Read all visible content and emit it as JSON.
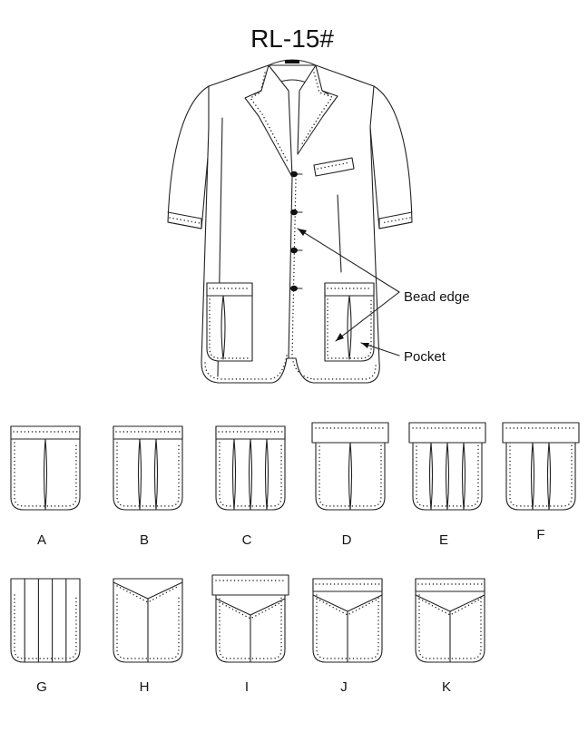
{
  "title": "RL-15#",
  "annotations": {
    "bead_edge": "Bead edge",
    "pocket": "Pocket"
  },
  "pocket_styles": [
    {
      "label": "A",
      "pleats": 1,
      "flap": "tab",
      "v": false,
      "stripes": 0
    },
    {
      "label": "B",
      "pleats": 2,
      "flap": "tab",
      "v": false,
      "stripes": 0
    },
    {
      "label": "C",
      "pleats": 3,
      "flap": "tab",
      "v": false,
      "stripes": 0
    },
    {
      "label": "D",
      "pleats": 1,
      "flap": "wide",
      "v": false,
      "stripes": 0
    },
    {
      "label": "E",
      "pleats": 3,
      "flap": "wide",
      "v": false,
      "stripes": 0
    },
    {
      "label": "F",
      "pleats": 2,
      "flap": "wide",
      "v": false,
      "stripes": 0
    },
    {
      "label": "G",
      "pleats": 0,
      "flap": "none",
      "v": false,
      "stripes": 4
    },
    {
      "label": "H",
      "pleats": 0,
      "flap": "none",
      "v": true,
      "stripes": 0
    },
    {
      "label": "I",
      "pleats": 0,
      "flap": "wide",
      "v": true,
      "stripes": 0
    },
    {
      "label": "J",
      "pleats": 0,
      "flap": "tab",
      "v": true,
      "stripes": 0
    },
    {
      "label": "K",
      "pleats": 0,
      "flap": "tab",
      "v": true,
      "stripes": 0
    }
  ]
}
